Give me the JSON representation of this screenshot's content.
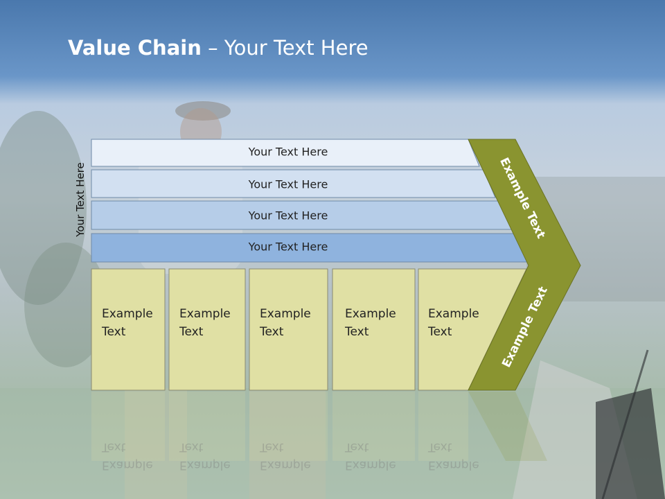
{
  "slide": {
    "title_bold": "Value Chain",
    "title_rest": " – Your Text Here",
    "side_label": "Your Text Here"
  },
  "bands": [
    {
      "label": "Your Text Here"
    },
    {
      "label": "Your Text Here"
    },
    {
      "label": "Your Text Here"
    },
    {
      "label": "Your Text Here"
    }
  ],
  "boxes": [
    {
      "label": "Example\nText"
    },
    {
      "label": "Example\nText"
    },
    {
      "label": "Example\nText"
    },
    {
      "label": "Example\nText"
    },
    {
      "label": "Example\nText"
    }
  ],
  "chevron": {
    "upper_label": "Example Text",
    "lower_label": "Example Text"
  },
  "colors": {
    "band_fills": [
      "#e9f0f9",
      "#d2e0f1",
      "#b6cde8",
      "#8fb3de"
    ],
    "box_fill": "#e0e0a4",
    "chevron_fill": "#8a9430"
  }
}
